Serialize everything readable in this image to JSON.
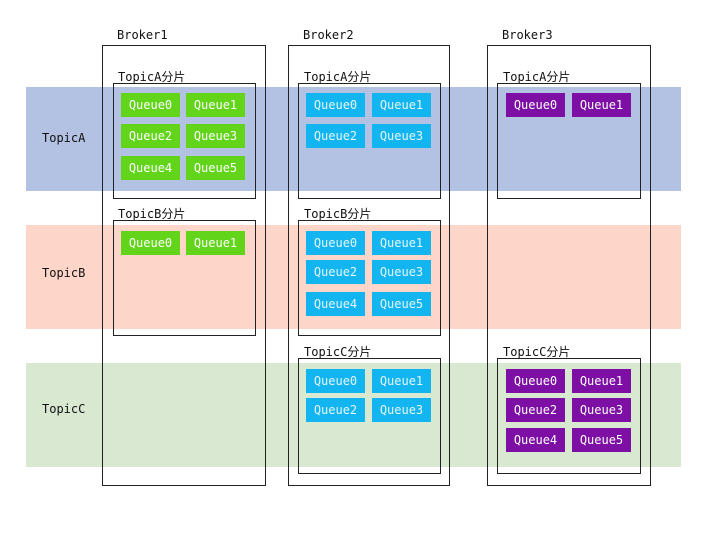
{
  "topics": [
    {
      "name": "TopicA",
      "color": "#b3c1e3"
    },
    {
      "name": "TopicB",
      "color": "#fdd6c9"
    },
    {
      "name": "TopicC",
      "color": "#d9e9d1"
    }
  ],
  "brokers": [
    "Broker1",
    "Broker2",
    "Broker3"
  ],
  "partition_titles": {
    "A": "TopicA分片",
    "B": "TopicB分片",
    "C": "TopicC分片"
  },
  "queues": [
    "Queue0",
    "Queue1",
    "Queue2",
    "Queue3",
    "Queue4",
    "Queue5"
  ],
  "broker_colors": {
    "broker1": "#62d41a",
    "broker2": "#13b5f0",
    "broker3": "#7d0fa5"
  }
}
